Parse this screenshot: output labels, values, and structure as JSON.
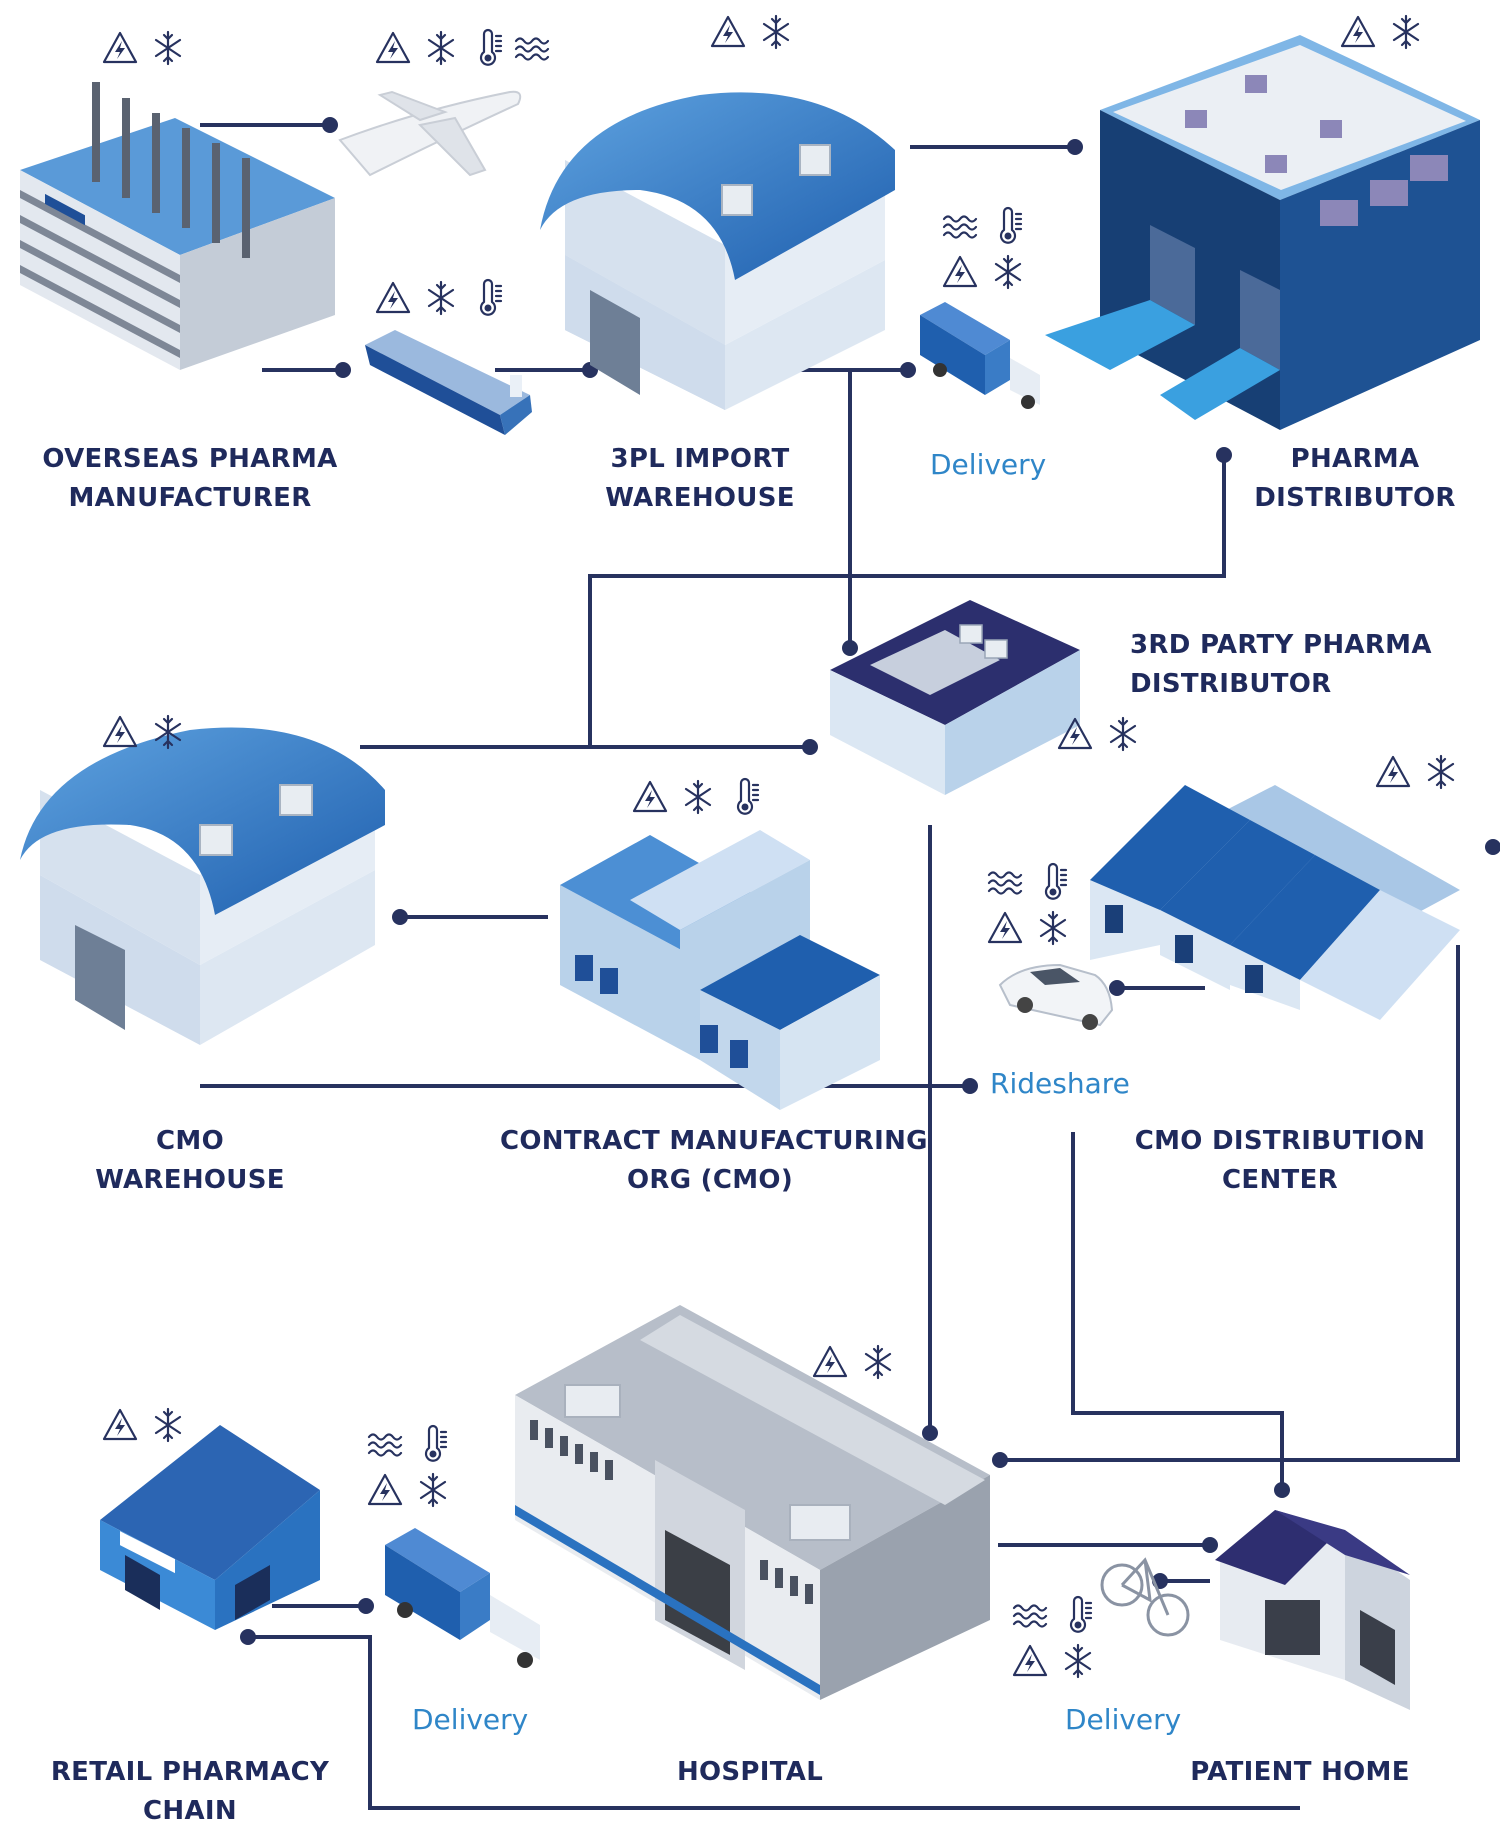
{
  "nodes": {
    "overseas_manufacturer": {
      "line1": "OVERSEAS PHARMA",
      "line2": "MANUFACTURER"
    },
    "import_warehouse": {
      "line1": "3PL IMPORT",
      "line2": "WAREHOUSE"
    },
    "pharma_distributor": {
      "line1": "PHARMA",
      "line2": "DISTRIBUTOR"
    },
    "third_party_distributor": {
      "line1": "3RD PARTY PHARMA",
      "line2": "DISTRIBUTOR"
    },
    "cmo_warehouse": {
      "line1": "CMO",
      "line2": "WAREHOUSE"
    },
    "contract_manufacturing": {
      "line1": "CONTRACT MANUFACTURING",
      "line2": "ORG (CMO)"
    },
    "cmo_distribution_center": {
      "line1": "CMO DISTRIBUTION",
      "line2": "CENTER"
    },
    "retail_pharmacy": {
      "line1": "RETAIL PHARMACY",
      "line2": "CHAIN"
    },
    "hospital": {
      "line1": "HOSPITAL"
    },
    "patient_home": {
      "line1": "PATIENT HOME"
    }
  },
  "transport_labels": {
    "delivery_top": "Delivery",
    "rideshare": "Rideshare",
    "delivery_retail": "Delivery",
    "delivery_patient": "Delivery"
  },
  "icons": {
    "hazard": "electrical-hazard-icon",
    "freeze": "freeze-icon",
    "temperature": "thermometer-icon",
    "humidity": "humidity-icon"
  },
  "colors": {
    "line": "#27325f",
    "label": "#1f2a5c",
    "transport": "#2f86c8",
    "roof_blue": "#2a72c0",
    "dark_blue": "#1c4d8c",
    "wall": "#e4ebf3"
  }
}
